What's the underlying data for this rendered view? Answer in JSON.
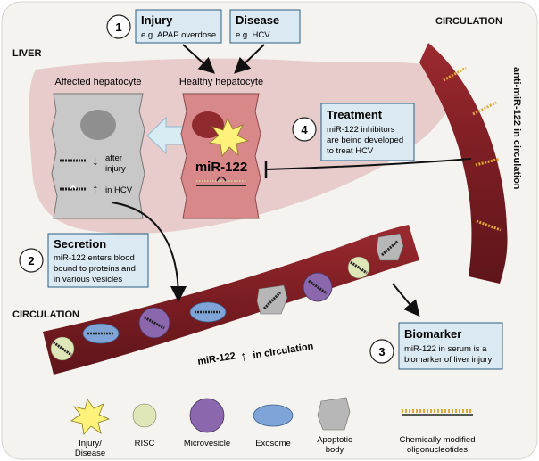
{
  "regions": {
    "liver": "LIVER",
    "circulation_bottom": "CIRCULATION",
    "circulation_top": "CIRCULATION",
    "anti_mir_vertical": "anti-miR-122 in circulation",
    "mir_in_circulation_prefix": "miR-122",
    "mir_in_circulation_suffix": "in circulation"
  },
  "steps": {
    "injury": {
      "number": "1",
      "title": "Injury",
      "sub": "e.g. APAP overdose"
    },
    "disease": {
      "title": "Disease",
      "sub": "e.g. HCV"
    },
    "treatment": {
      "number": "4",
      "title": "Treatment",
      "lines": [
        "miR-122 inhibitors",
        "are being developed",
        "to treat HCV"
      ]
    },
    "secretion": {
      "number": "2",
      "title": "Secretion",
      "lines": [
        "miR-122 enters blood",
        "bound to proteins and",
        "in various vesicles"
      ]
    },
    "biomarker": {
      "number": "3",
      "title": "Biomarker",
      "lines": [
        "miR-122 in serum is a",
        "biomarker of liver injury"
      ]
    }
  },
  "cells": {
    "affected_title": "Affected hepatocyte",
    "healthy_title": "Healthy hepatocyte",
    "after_injury_1": "after",
    "after_injury_2": "injury",
    "in_hcv": "in HCV",
    "mir_label": "miR-122"
  },
  "legend": {
    "injury_1": "Injury/",
    "injury_2": "Disease",
    "risc": "RISC",
    "microvesicle": "Microvesicle",
    "exosome": "Exosome",
    "apoptotic_1": "Apoptotic",
    "apoptotic_2": "body",
    "oligo_1": "Chemically modified",
    "oligo_2": "oligonucleotides"
  },
  "colors": {
    "background_panel": "#f4f3ef",
    "liver": "#e7c6c6",
    "vessel": "#7a1d22",
    "box_fill": "#dbe9f2",
    "box_stroke": "#2a5f82",
    "healthy_cell": "#d9888a",
    "affected_cell": "#c8c8c8",
    "risc": "#dfe6b8",
    "microvesicle": "#8b67ad",
    "exosome": "#7fa5d8",
    "apoptotic": "#b7b7b7",
    "star": "#fff27a",
    "oligo": "#e3a83a"
  }
}
